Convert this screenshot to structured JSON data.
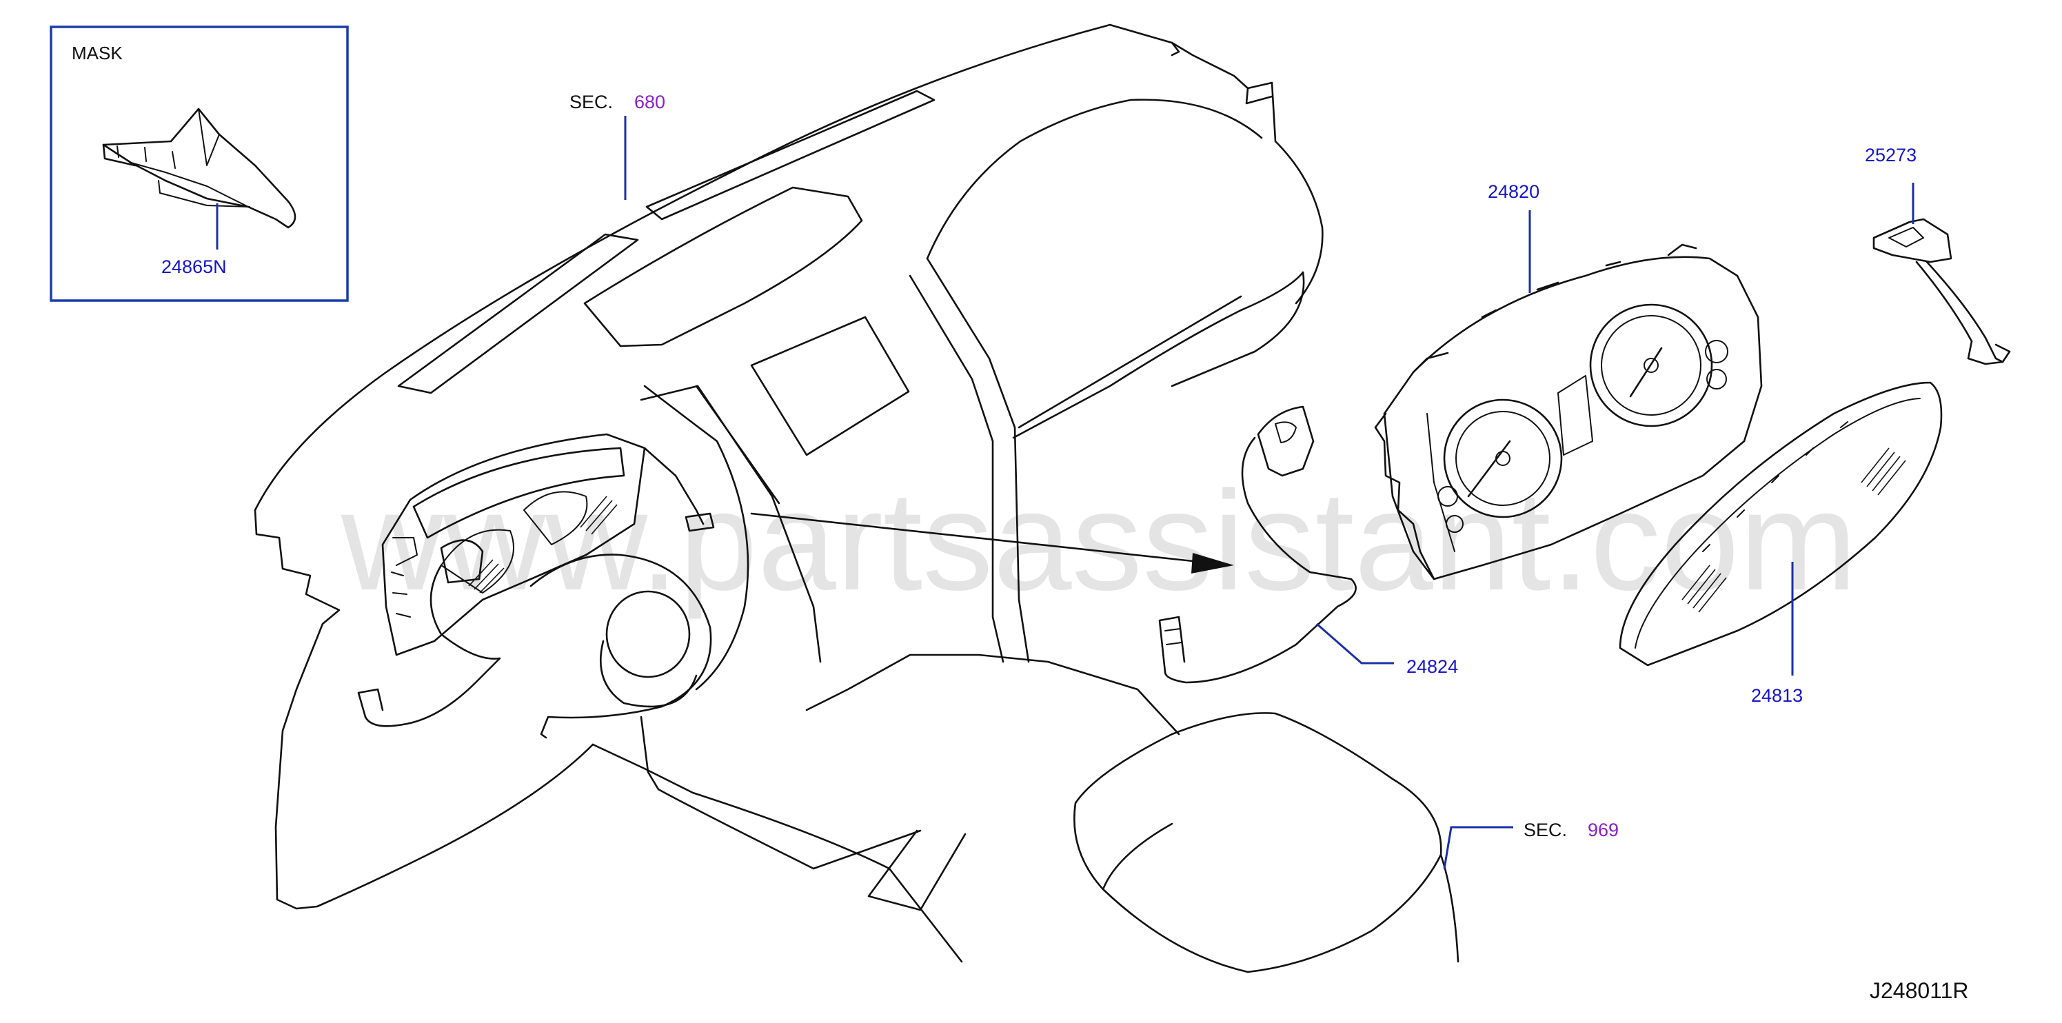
{
  "inset": {
    "title": "MASK",
    "part": "24865N"
  },
  "sections": [
    {
      "prefix": "SEC.",
      "number": "680"
    },
    {
      "prefix": "SEC.",
      "number": "969"
    }
  ],
  "parts": [
    "24820",
    "25273",
    "24824",
    "24813"
  ],
  "watermark": "www.partsassistant.com",
  "figure_ref": "J248011R",
  "colors": {
    "part_label": "#1515c8",
    "section_number": "#8a1fc9",
    "leader": "#1a2fa8",
    "inset_border": "#1a3ca8"
  }
}
